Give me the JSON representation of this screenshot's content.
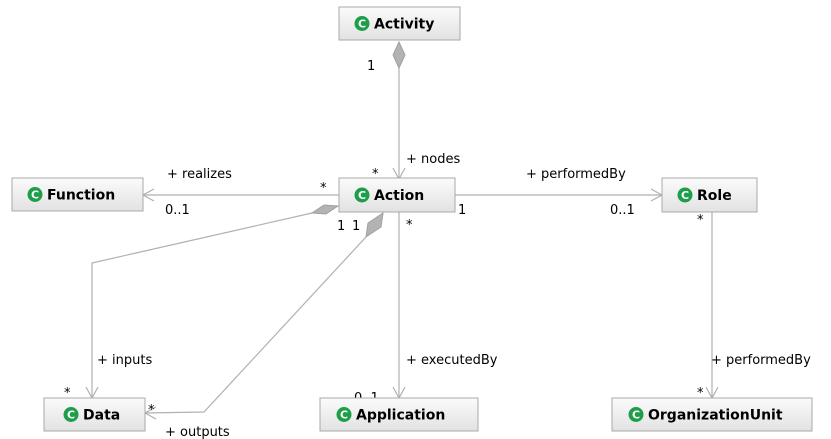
{
  "classes": {
    "activity": {
      "icon": "class-icon",
      "icon_letter": "C",
      "name": "Activity"
    },
    "function": {
      "icon": "class-icon",
      "icon_letter": "C",
      "name": "Function"
    },
    "action": {
      "icon": "class-icon",
      "icon_letter": "C",
      "name": "Action"
    },
    "role": {
      "icon": "class-icon",
      "icon_letter": "C",
      "name": "Role"
    },
    "data": {
      "icon": "class-icon",
      "icon_letter": "C",
      "name": "Data"
    },
    "application": {
      "icon": "class-icon",
      "icon_letter": "C",
      "name": "Application"
    },
    "organization_unit": {
      "icon": "class-icon",
      "icon_letter": "C",
      "name": "OrganizationUnit"
    }
  },
  "associations": {
    "activity_nodes": {
      "source_mult": "1",
      "target_mult": "*",
      "role": "+ nodes"
    },
    "action_realizes": {
      "source_mult": "*",
      "target_mult": "0..1",
      "role": "+ realizes"
    },
    "action_performed_by": {
      "source_mult": "1",
      "target_mult": "0..1",
      "role": "+ performedBy"
    },
    "action_inputs": {
      "source_mult": "1",
      "target_mult": "*",
      "role": "+ inputs"
    },
    "action_outputs": {
      "source_mult": "1",
      "target_mult": "*",
      "role": "+ outputs"
    },
    "action_executed_by": {
      "source_mult": "*",
      "target_mult": "0..1",
      "role": "+ executedBy"
    },
    "role_performed_by": {
      "source_mult": "*",
      "target_mult": "*",
      "role": "+ performedBy"
    }
  },
  "colors": {
    "class_icon": "#1e9e4a",
    "line": "#b0b0b0",
    "box_border": "#a9a9a9"
  }
}
